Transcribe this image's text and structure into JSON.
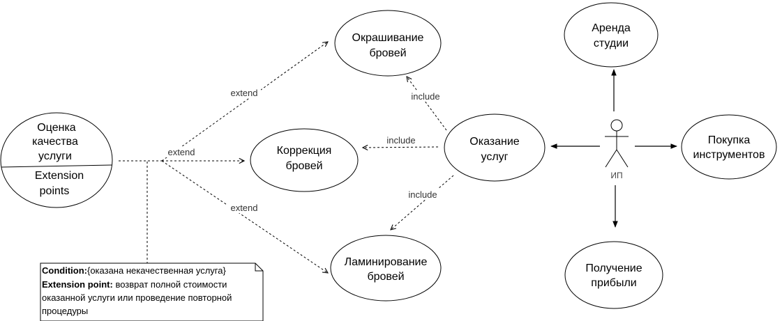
{
  "use_cases": {
    "eval": {
      "line1": "Оценка",
      "line2": "качества",
      "line3": "услуги",
      "ext1": "Extension",
      "ext2": "points"
    },
    "coloring": {
      "line1": "Окрашивание",
      "line2": "бровей"
    },
    "correction": {
      "line1": "Коррекция",
      "line2": "бровей"
    },
    "lamination": {
      "line1": "Ламинирование",
      "line2": "бровей"
    },
    "service": {
      "line1": "Оказание",
      "line2": "услуг"
    },
    "rent": {
      "line1": "Аренда",
      "line2": "студии"
    },
    "tools": {
      "line1": "Покупка",
      "line2": "инструментов"
    },
    "profit": {
      "line1": "Получение",
      "line2": "прибыли"
    }
  },
  "actor": {
    "label": "ИП"
  },
  "relations": {
    "extend_top": "extend",
    "extend_mid": "extend",
    "extend_bot": "extend",
    "include_top": "include",
    "include_mid": "include",
    "include_bot": "include"
  },
  "note": {
    "cond_label": "Condition:",
    "cond_text": "{оказана некачественная услуга}",
    "ext_label": "Extension point:",
    "ext_text": " возврат полной стоимости",
    "line3": "оказанной услуги или проведение повторной",
    "line4": "процедуры"
  }
}
